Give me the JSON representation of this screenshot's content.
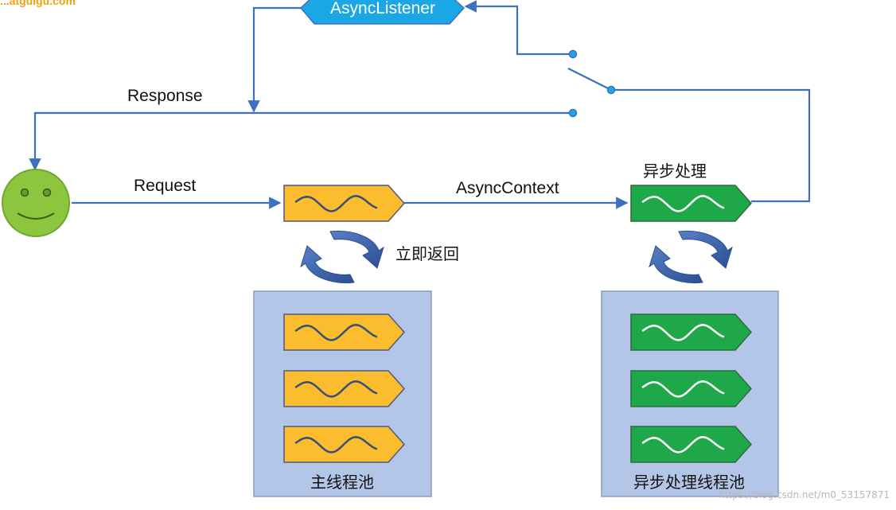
{
  "logo_text": "...atguigu.com",
  "listener_label": "AsyncListener",
  "response_label": "Response",
  "request_label": "Request",
  "async_context_label": "AsyncContext",
  "async_process_label": "异步处理",
  "return_immediately_label": "立即返回",
  "main_pool_label": "主线程池",
  "async_pool_label": "异步处理线程池",
  "watermark": "https://blog.csdn.net/m0_53157871",
  "colors": {
    "line": "#3f6fbf",
    "main_thread": "#fbbd2e",
    "async_thread": "#1fa84a",
    "pool_bg": "#b4c6e7",
    "listener": "#1ba6e6",
    "user": "#8cc63f",
    "cycle_arrow": "#3c5fa5"
  }
}
